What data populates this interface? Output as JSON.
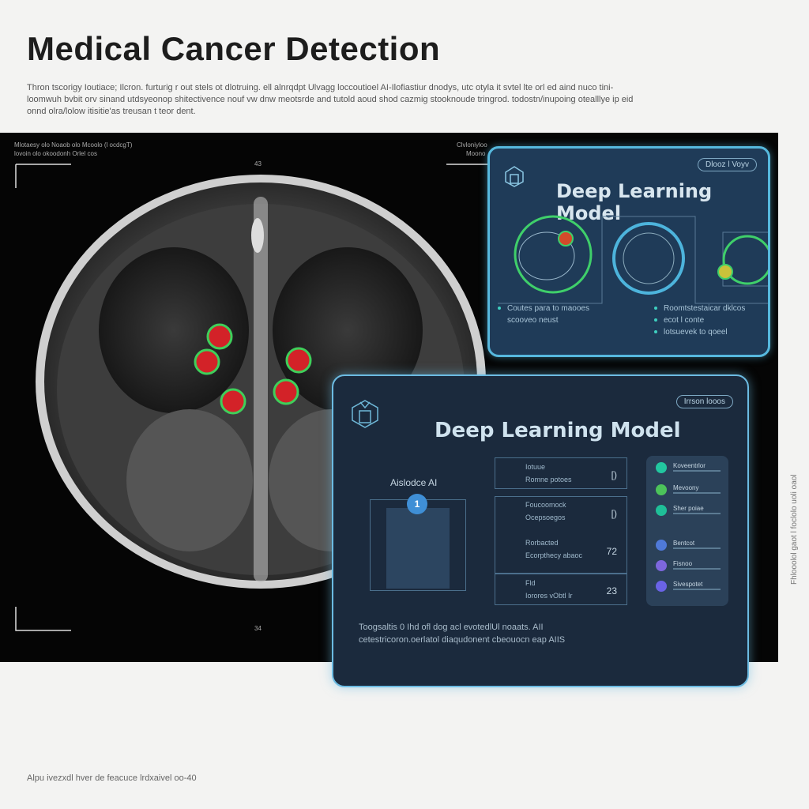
{
  "header": {
    "title": "Medical Cancer Detection",
    "intro": "Thron tscorigy Ioutiace; Ilcron. furturig r out stels ot dlotruing. ell alnrqdpt Ulvagg loccoutioel AI-Ilofiastiur dnodys, utc otyla it svtel lte orl ed aind nuco tini-loomwuh bvbit orv sinand utdsyeonop shitectivence nouf vw dnw meotsrde and tutold aoud shod cazmig stooknoude tringrod. todostn/inupoing otealllye ip eid onnd olra/lolow itisitie'as treusan t teor dent."
  },
  "scan": {
    "meta_left_1": "Mlotaesy olo Noaob olo Mcoolo (l ocdcgT)",
    "meta_left_2": "lovoin olo okoodonh Orlel cos",
    "meta_right_1": "Clvloniyloo",
    "meta_right_2": "Moono",
    "marker_top": "43",
    "marker_bottom": "34",
    "detection_color": "#e0242a",
    "ring_color": "#3fcf5a"
  },
  "card_top": {
    "badge": "Dlooz l Voyv",
    "title": "Deep Learning Model",
    "bullets_left": [
      "Coutes para to maooes",
      "scooveo neust"
    ],
    "bullets_right": [
      "Roomtstestaicar dklcos",
      "ecot l conte",
      "lotsuevek to qoeel"
    ]
  },
  "card_main": {
    "badge": "Irrson looos",
    "title": "Deep Learning Model",
    "assist_label": "Aislodce AI",
    "step_number": "1",
    "rows": [
      {
        "line1": "Iotuue",
        "line2": "Romne potoes",
        "value": "[)"
      },
      {
        "line1": "Foucoomock",
        "line2": "Ocepsoegos",
        "value": "[)"
      },
      {
        "line1": "Rorbacted",
        "line2": "Ecorpthecy abaoc",
        "value": "72"
      },
      {
        "line1": "Fld",
        "line2": "Iorores vObtl Ir",
        "value": "23"
      }
    ],
    "side_items": [
      {
        "label": "Koveentrlor",
        "color": "#22c7a0"
      },
      {
        "label": "Mevoony",
        "color": "#4cc35a"
      },
      {
        "label": "Sher poiae",
        "color": "#1fbf98"
      },
      {
        "label": "Bentcot",
        "color": "#4f79d8"
      },
      {
        "label": "Fisnoo",
        "color": "#7d67de"
      },
      {
        "label": "Sivespotet",
        "color": "#6a63e6"
      }
    ],
    "summary": "Toogsaltis 0 Ihd ofl dog acl evotedlUl noaats. AII cetestricoron.oerlatol diaqudonent cbeouocn eap AIIS"
  },
  "footer": {
    "caption": "Alpu ivezxdl hver de feacuce lrdxaivel oo-40",
    "vertical": "Fhlooolol gaot l foclolo uoli oaol"
  }
}
